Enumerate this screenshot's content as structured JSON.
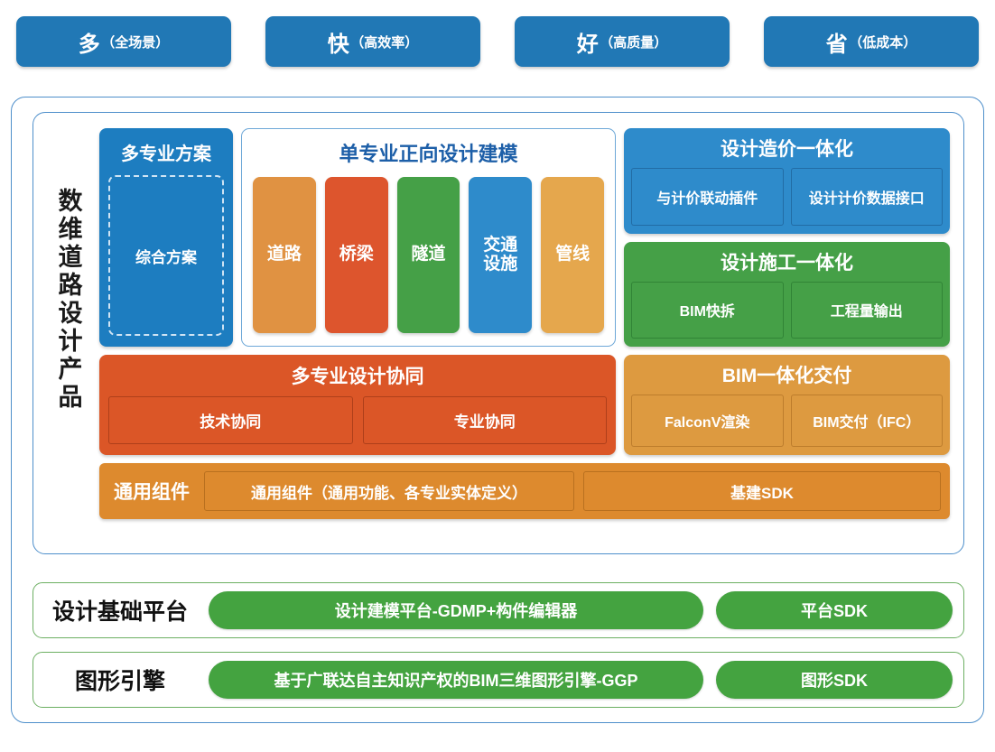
{
  "header": {
    "buttons": [
      {
        "big": "多",
        "small": "（全场景）"
      },
      {
        "big": "快",
        "small": "（高效率）"
      },
      {
        "big": "好",
        "small": "（高质量）"
      },
      {
        "big": "省",
        "small": "（低成本）"
      }
    ]
  },
  "product": {
    "vertical_label": "数维道路设计产品"
  },
  "scheme_panel": {
    "title": "多专业方案",
    "dashed_item": "综合方案",
    "color": "#1D7DC0"
  },
  "modeling_panel": {
    "title": "单专业正向设计建模",
    "disciplines": [
      {
        "label": "道路",
        "color": "#E09242"
      },
      {
        "label": "桥梁",
        "color": "#DD552D"
      },
      {
        "label": "隧道",
        "color": "#45A047"
      },
      {
        "label": "交通\n设施",
        "color": "#2E8BCB"
      },
      {
        "label": "管线",
        "color": "#E5A74D"
      }
    ]
  },
  "integration_cards": [
    {
      "title": "设计造价一体化",
      "color": "#2E8BCB",
      "border": "rgba(20,70,120,0.45)",
      "items": [
        "与计价联动插件",
        "设计计价数据接口"
      ]
    },
    {
      "title": "设计施工一体化",
      "color": "#45A047",
      "border": "rgba(20,90,30,0.40)",
      "items": [
        "BIM快拆",
        "工程量输出"
      ]
    },
    {
      "title": "BIM一体化交付",
      "color": "#DD9A40",
      "border": "rgba(150,90,20,0.45)",
      "items": [
        "FalconV渲染",
        "BIM交付（IFC）"
      ]
    }
  ],
  "collaboration": {
    "title": "多专业设计协同",
    "color": "#DB5627",
    "items": [
      "技术协同",
      "专业协同"
    ]
  },
  "components": {
    "label": "通用组件",
    "color": "#DD8A2E",
    "main": "通用组件（通用功能、各专业实体定义）",
    "sdk": "基建SDK"
  },
  "platforms": [
    {
      "label": "设计基础平台",
      "main": "设计建模平台-GDMP+构件编辑器",
      "sdk": "平台SDK",
      "color": "#44A340"
    },
    {
      "label": "图形引擎",
      "main": "基于广联达自主知识产权的BIM三维图形引擎-GGP",
      "sdk": "图形SDK",
      "color": "#44A340"
    }
  ]
}
